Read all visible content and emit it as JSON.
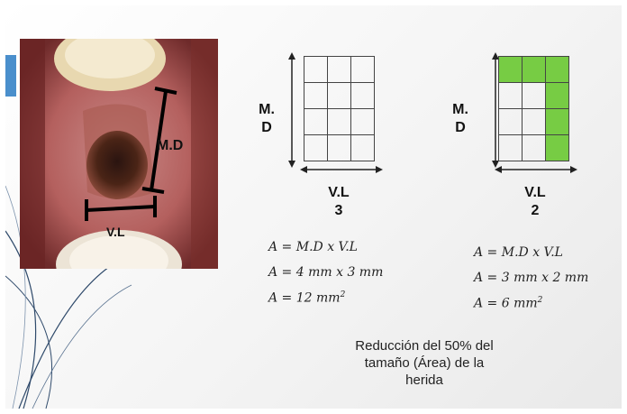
{
  "photo": {
    "md_label": "M.D",
    "vl_label": "V.L"
  },
  "grid1": {
    "md_label_line1": "M.",
    "md_label_line2": "D",
    "vl_label": "V.L",
    "vl_count": "3",
    "rows": 4,
    "cols": 3,
    "filled_cells": [],
    "formulas": [
      {
        "lhs": "A = ",
        "rhs": "M.D x V.L",
        "sup": ""
      },
      {
        "lhs": "A = ",
        "rhs": "4 mm x 3 mm",
        "sup": ""
      },
      {
        "lhs": "A = ",
        "rhs": "12 mm",
        "sup": "2"
      }
    ]
  },
  "grid2": {
    "md_label_line1": "M.",
    "md_label_line2": "D",
    "vl_label": "V.L",
    "vl_count": "2",
    "rows": 4,
    "cols": 3,
    "filled_cells": [
      [
        0,
        0
      ],
      [
        0,
        1
      ],
      [
        0,
        2
      ],
      [
        1,
        2
      ],
      [
        2,
        2
      ],
      [
        3,
        2
      ]
    ],
    "formulas": [
      {
        "lhs": "A = ",
        "rhs": "M.D x V.L",
        "sup": ""
      },
      {
        "lhs": "A = ",
        "rhs": "3 mm x 2 mm",
        "sup": ""
      },
      {
        "lhs": "A = ",
        "rhs": "6 mm",
        "sup": "2"
      }
    ]
  },
  "caption": {
    "line1": "Reducción del 50% del",
    "line2": "tamaño (Área) de la",
    "line3": "herida"
  },
  "colors": {
    "accent": "#4a8fcc",
    "fill": "#77cc44"
  }
}
